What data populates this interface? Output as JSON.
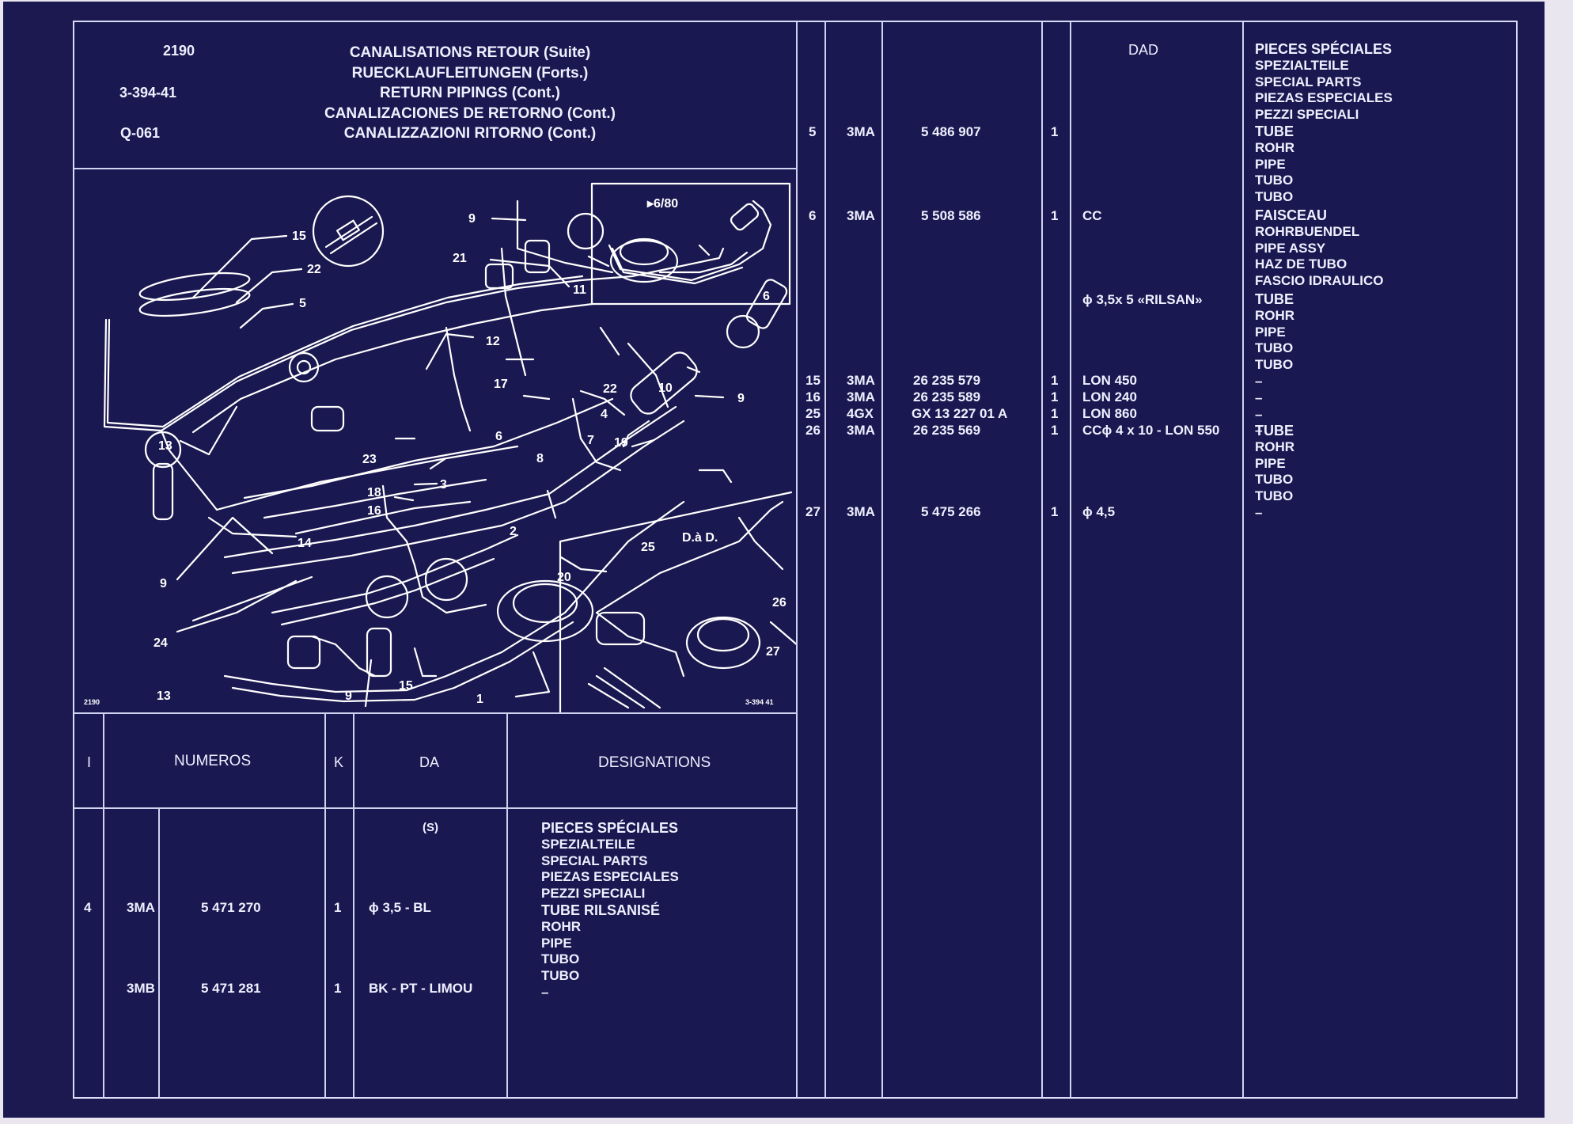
{
  "header": {
    "codes": [
      "2190",
      "3-394-41",
      "Q-061"
    ],
    "titles": [
      "CANALISATIONS RETOUR (Suite)",
      "RUECKLAUFLEITUNGEN (Forts.)",
      "RETURN PIPINGS (Cont.)",
      "CANALIZACIONES DE RETORNO (Cont.)",
      "CANALIZZAZIONI RITORNO (Cont.)"
    ]
  },
  "diagram": {
    "callouts": [
      "15",
      "22",
      "5",
      "9",
      "21",
      "11",
      "12",
      "17",
      "22",
      "10",
      "4",
      "9",
      "6",
      "7",
      "19",
      "8",
      "23",
      "3",
      "18",
      "16",
      "2",
      "13",
      "14",
      "9",
      "20",
      "24",
      "15",
      "13",
      "9",
      "1",
      "6",
      "25",
      "26",
      "27"
    ],
    "inset_top_label": "▸6/80",
    "inset_bottom_label": "D.à D.",
    "corner_left": "2190",
    "corner_right": "3-394 41"
  },
  "left_table": {
    "headers": {
      "i": "I",
      "numeros": "NUMEROS",
      "k": "K",
      "da": "DA",
      "designations": "DESIGNATIONS"
    },
    "da_note": "(S)",
    "rows": [
      {
        "i": "4",
        "code": "3MA",
        "number": "5 471 270",
        "k": "1",
        "da": "ϕ 3,5 - BL"
      },
      {
        "i": "",
        "code": "3MB",
        "number": "5 471 281",
        "k": "1",
        "da": "BK - PT - LIMOU"
      }
    ],
    "designation_lines": [
      "PIECES SPÉCIALES",
      "SPEZIALTEILE",
      "SPECIAL PARTS",
      "PIEZAS ESPECIALES",
      "PEZZI SPECIALI",
      "TUBE RILSANISÉ",
      "ROHR",
      "PIPE",
      "TUBO",
      "TUBO",
      "–"
    ]
  },
  "right_table": {
    "dad_header": "DAD",
    "special_parts_lines": [
      "PIECES SPÉCIALES",
      "SPEZIALTEILE",
      "SPECIAL PARTS",
      "PIEZAS ESPECIALES",
      "PEZZI SPECIALI"
    ],
    "rows": [
      {
        "i": "5",
        "code": "3MA",
        "number": "5 486 907",
        "k": "1",
        "dad": ""
      },
      {
        "i": "6",
        "code": "3MA",
        "number": "5 508 586",
        "k": "1",
        "dad": "CC"
      },
      {
        "i": "",
        "code": "",
        "number": "",
        "k": "",
        "dad": "ϕ 3,5x 5 «RILSAN»"
      },
      {
        "i": "15",
        "code": "3MA",
        "number": "26 235 579",
        "k": "1",
        "dad": "LON 450"
      },
      {
        "i": "16",
        "code": "3MA",
        "number": "26 235 589",
        "k": "1",
        "dad": "LON 240"
      },
      {
        "i": "25",
        "code": "4GX",
        "number": "GX 13 227 01 A",
        "k": "1",
        "dad": "LON 860"
      },
      {
        "i": "26",
        "code": "3MA",
        "number": "26 235 569",
        "k": "1",
        "dad": "CCϕ 4 x 10 - LON 550"
      },
      {
        "i": "27",
        "code": "3MA",
        "number": "5 475 266",
        "k": "1",
        "dad": "ϕ 4,5"
      }
    ],
    "designation_groups": [
      [
        "TUBE",
        "ROHR",
        "PIPE",
        "TUBO",
        "TUBO"
      ],
      [
        "FAISCEAU",
        "ROHRBUENDEL",
        "PIPE ASSY",
        "HAZ DE TUBO",
        "FASCIO IDRAULICO"
      ],
      [
        "TUBE",
        "ROHR",
        "PIPE",
        "TUBO",
        "TUBO",
        "–",
        "–",
        "–",
        "–"
      ],
      [
        "TUBE",
        "ROHR",
        "PIPE",
        "TUBO",
        "TUBO",
        "–"
      ]
    ]
  },
  "colors": {
    "background": "#1c1951",
    "lines": "#d8dcf6",
    "text": "#eef0ff"
  }
}
